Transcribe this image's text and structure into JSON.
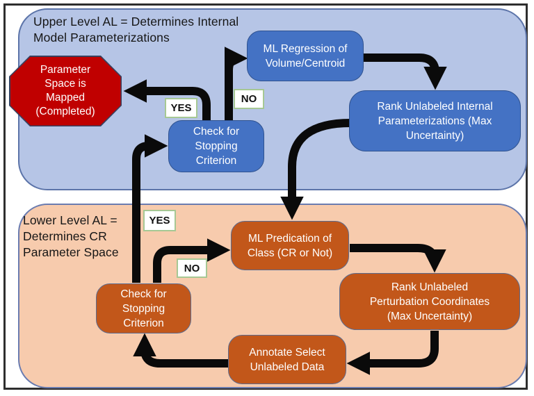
{
  "diagram": {
    "upper_panel": {
      "title": "Upper Level AL = Determines Internal\nModel Parameterizations",
      "nodes": {
        "parameter_space": {
          "label": "Parameter\nSpace is\nMapped\n(Completed)"
        },
        "ml_regression": {
          "label": "ML Regression of\nVolume/Centroid"
        },
        "rank_internal": {
          "label": "Rank Unlabeled Internal\nParameterizations (Max\nUncertainty)"
        },
        "check_stopping": {
          "label": "Check for\nStopping\nCriterion"
        }
      },
      "labels": {
        "yes": "YES",
        "no": "NO"
      }
    },
    "lower_panel": {
      "title": "Lower Level AL =\nDetermines CR\nParameter Space",
      "nodes": {
        "ml_predication": {
          "label": "ML Predication of\nClass (CR or Not)"
        },
        "rank_perturbation": {
          "label": "Rank Unlabeled\nPerturbation Coordinates\n(Max Uncertainty)"
        },
        "check_stopping": {
          "label": "Check for\nStopping\nCriterion"
        },
        "annotate": {
          "label": "Annotate Select\nUnlabeled Data"
        }
      },
      "labels": {
        "yes": "YES",
        "no": "NO"
      }
    },
    "colors": {
      "upper_panel_fill": "#b6c5e6",
      "lower_panel_fill": "#f7cbad",
      "blue_node_fill": "#4472c4",
      "blue_node_border": "#2f528f",
      "orange_node_fill": "#c2571a",
      "stop_octagon_fill": "#c00000",
      "yes_no_border": "#a6c894",
      "arrow": "#0a0a0a",
      "node_text": "#ffffff"
    }
  }
}
